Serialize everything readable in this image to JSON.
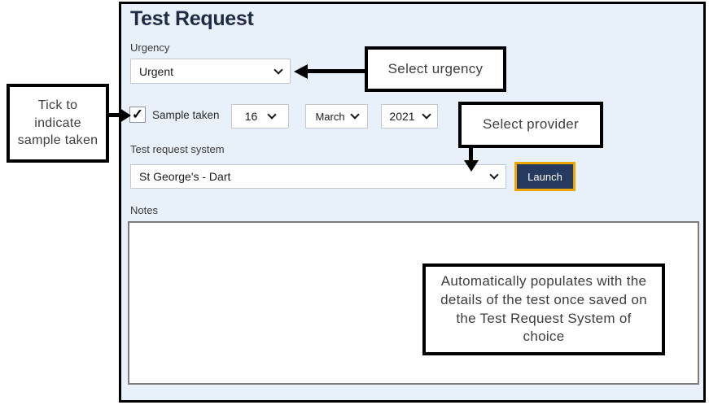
{
  "page": {
    "title": "Test Request"
  },
  "form": {
    "urgency": {
      "label": "Urgency",
      "value": "Urgent"
    },
    "sample": {
      "label": "Sample taken",
      "checked": true,
      "date": {
        "day": "16",
        "month": "March",
        "year": "2021"
      }
    },
    "system": {
      "label": "Test request system",
      "value": "St George's - Dart"
    },
    "launch": {
      "label": "Launch"
    },
    "notes": {
      "label": "Notes",
      "value": ""
    }
  },
  "callouts": {
    "urgency": "Select urgency",
    "sample": "Tick to indicate sample taken",
    "provider": "Select provider",
    "notes": "Automatically populates with the details of the test once saved on the Test Request System of choice"
  },
  "icons": {
    "checkmark": "✓",
    "chevron_down": "chevron-down"
  },
  "colors": {
    "panel_bg": "#e8f1fa",
    "title_text": "#1f2a44",
    "launch_bg": "#253a5e",
    "launch_border": "#efa500",
    "field_border": "#c3c9cf",
    "notes_border": "#7c7c7c",
    "callout_border": "#000000"
  }
}
